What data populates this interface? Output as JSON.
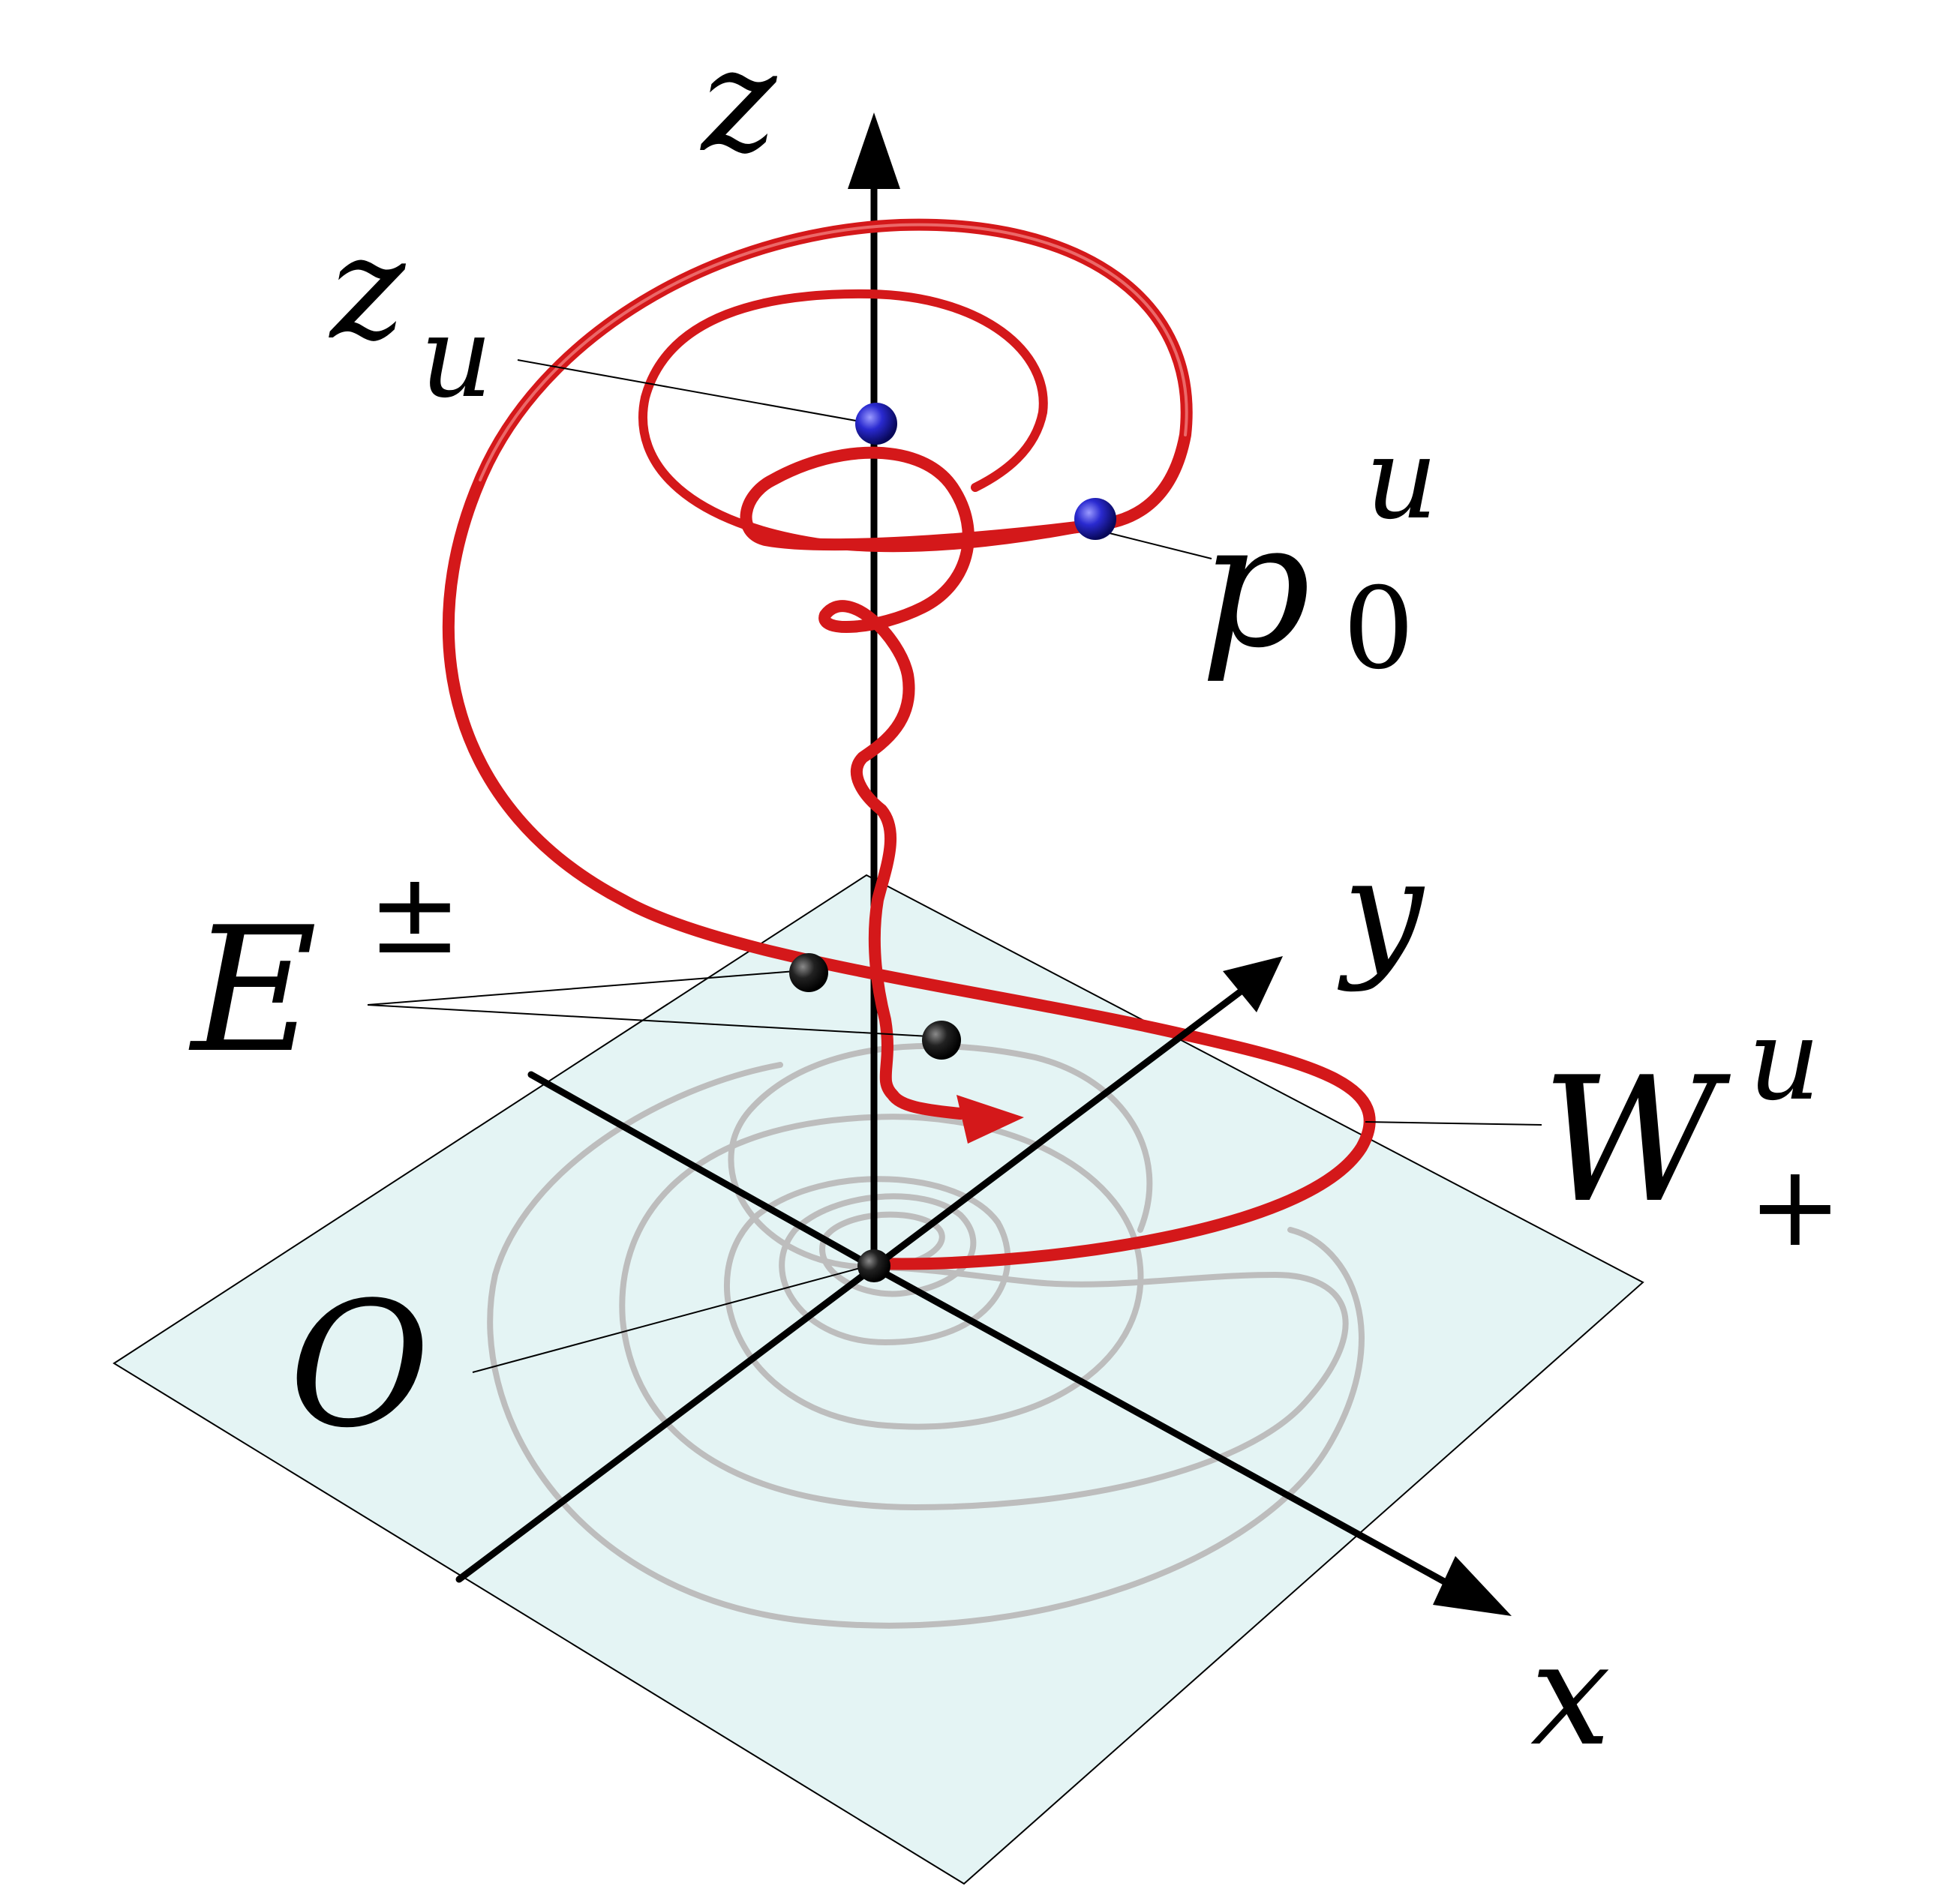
{
  "colors": {
    "plane_fill": "#e4f4f4",
    "plane_edge": "#000000",
    "axis": "#000000",
    "orbit": "#d4181a",
    "orbit_highlight": "#f58a8a",
    "projection": "#bdbdbd",
    "marked_point": "#1a1aa8",
    "equilibrium": "#000000",
    "leader_line": "#000000"
  },
  "labels": {
    "z_axis": "z",
    "y_axis": "y",
    "x_axis": "x",
    "z_u_main": "z",
    "z_u_sub": "u",
    "p0u_main": "p",
    "p0u_sub": "0",
    "p0u_sup": "u",
    "E_main": "E",
    "E_sup": "±",
    "W_main": "W",
    "W_sup": "u",
    "W_sub": "+",
    "origin": "O"
  }
}
